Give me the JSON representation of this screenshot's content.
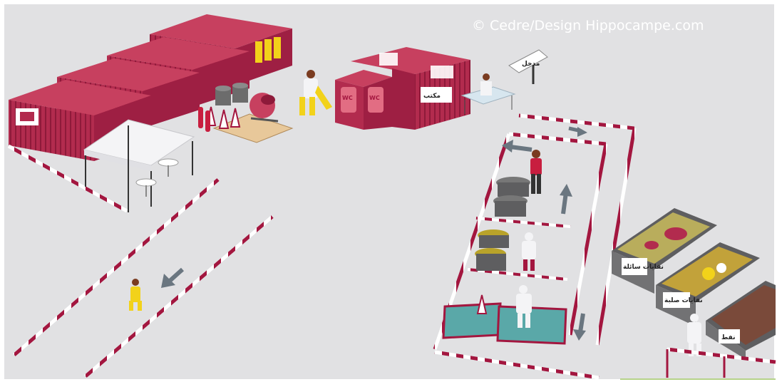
{
  "copyright": "© Cedre/Design Hippocampe.com",
  "signs": {
    "direction_post": "مدخل",
    "office_container": "مكتب",
    "bin_liquid": "نفايات سائلة",
    "bin_solid": "نفايات صلبة",
    "bin_sorted": "نفط"
  },
  "toilet_labels": [
    "WC",
    "WC"
  ],
  "colors": {
    "ground": "#e1e1e3",
    "container": "#b22b4e",
    "container_dark": "#8e1a3a",
    "hazard_red": "#a3163f",
    "tent": "#f4f4f6",
    "water": "#5aa8a8",
    "worker_yellow": "#f2d21a",
    "arrow": "#6a7680",
    "skip": "#5e5e60"
  }
}
